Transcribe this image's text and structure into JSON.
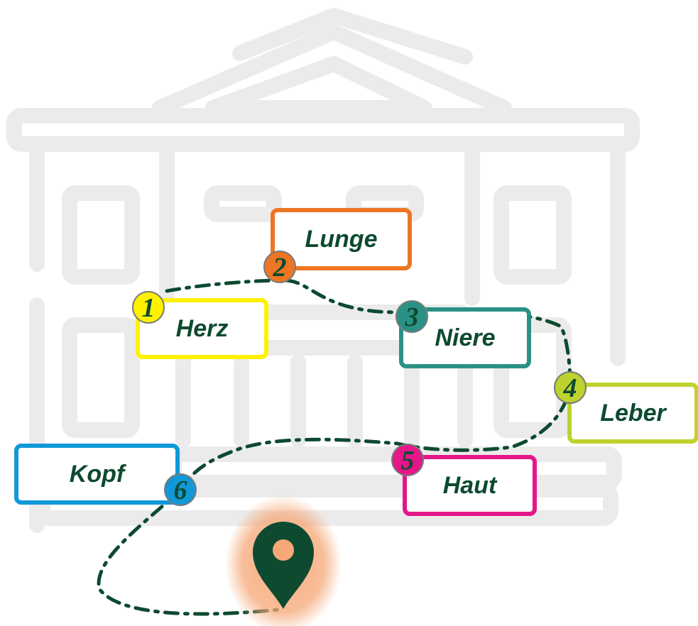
{
  "colors": {
    "building": "#ebebeb",
    "path": "#0d4a30",
    "pin": "#0d4a30",
    "pin_glow": "#f6a878",
    "text": "#0d4a30"
  },
  "stations": [
    {
      "number": "1",
      "label": "Herz",
      "color": "#fff200"
    },
    {
      "number": "2",
      "label": "Lunge",
      "color": "#ee7524"
    },
    {
      "number": "3",
      "label": "Niere",
      "color": "#2a9186"
    },
    {
      "number": "4",
      "label": "Leber",
      "color": "#bed22d"
    },
    {
      "number": "5",
      "label": "Haut",
      "color": "#e5168a"
    },
    {
      "number": "6",
      "label": "Kopf",
      "color": "#1198d9"
    }
  ],
  "icons": {
    "background": "museum-building-icon",
    "marker": "map-pin-icon"
  }
}
